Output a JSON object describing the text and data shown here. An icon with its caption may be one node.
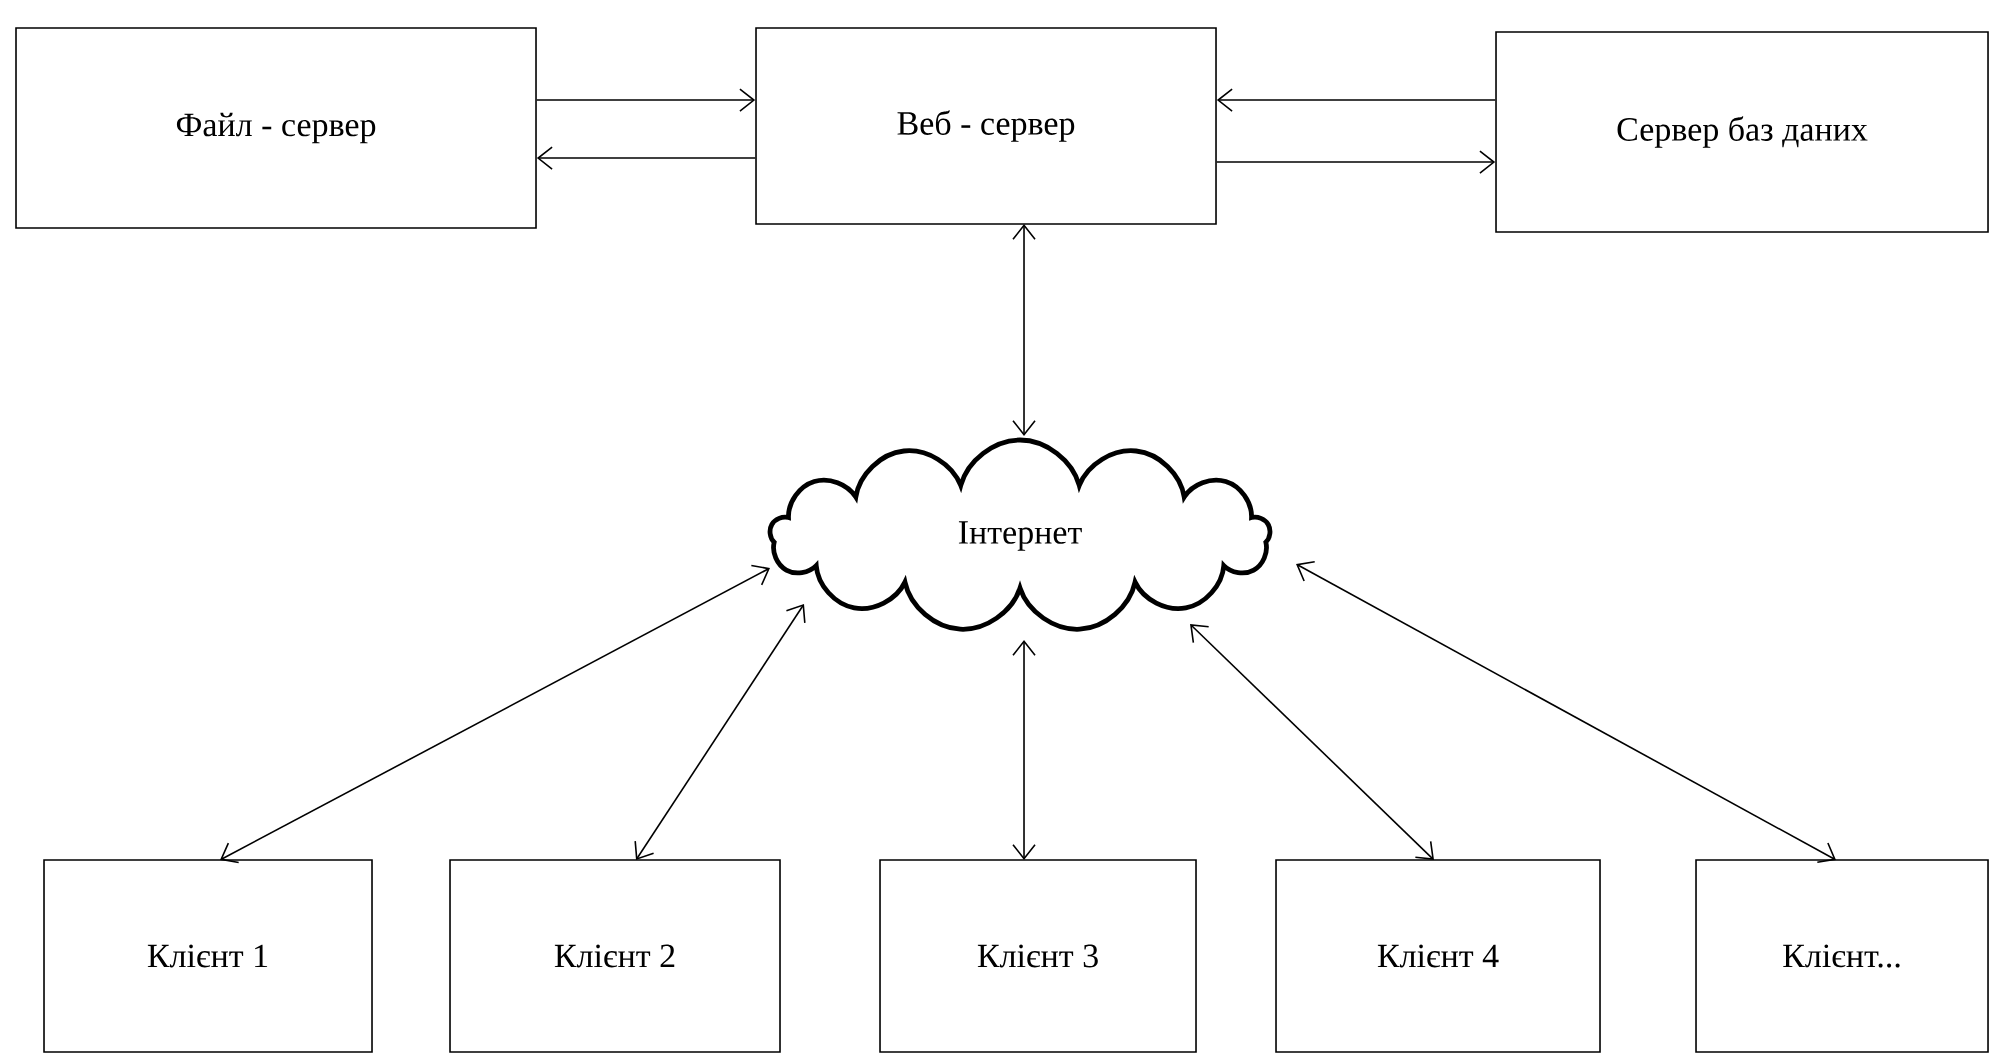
{
  "diagram": {
    "nodes": [
      {
        "text": [
          "Файл - сервер"
        ]
      },
      {
        "text": [
          "Веб - сервер"
        ]
      },
      {
        "text": [
          "Сервер баз даних"
        ]
      },
      {
        "text": [
          "Інтернет"
        ]
      },
      {
        "text": [
          "Клієнт 1"
        ]
      },
      {
        "text": [
          "Клієнт 2"
        ]
      },
      {
        "text": [
          "Клієнт 3"
        ]
      },
      {
        "text": [
          "Клієнт 4"
        ]
      },
      {
        "text": [
          "Клієнт..."
        ]
      }
    ],
    "edges": [
      {
        "from": 0,
        "to": 1,
        "arrow": "to"
      },
      {
        "from": 1,
        "to": 0,
        "arrow": "to"
      },
      {
        "from": 2,
        "to": 1,
        "arrow": "to"
      },
      {
        "from": 1,
        "to": 2,
        "arrow": "to"
      },
      {
        "from": 1,
        "to": 3,
        "arrow": "both"
      },
      {
        "from": 3,
        "to": 4,
        "arrow": "both"
      },
      {
        "from": 3,
        "to": 5,
        "arrow": "both"
      },
      {
        "from": 3,
        "to": 6,
        "arrow": "both"
      },
      {
        "from": 3,
        "to": 7,
        "arrow": "both"
      },
      {
        "from": 3,
        "to": 8,
        "arrow": "both"
      }
    ]
  }
}
